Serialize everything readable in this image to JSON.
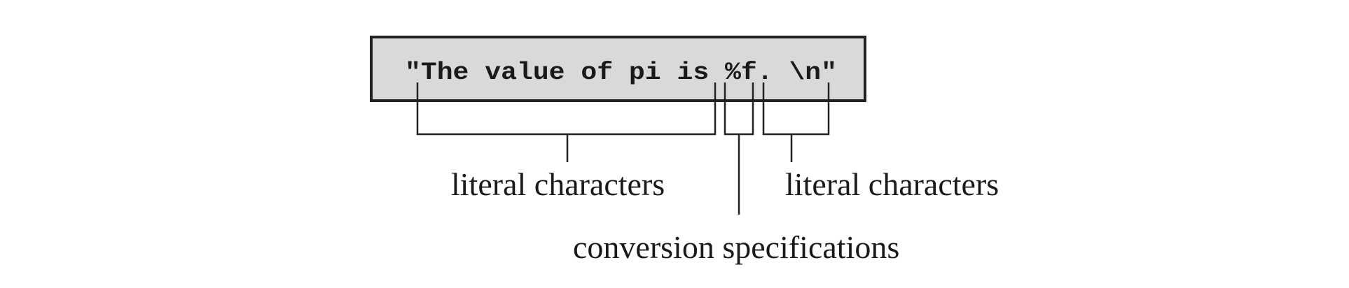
{
  "format_string": "\"The value of pi is %f. \\n\"",
  "labels": {
    "literal_left": "literal characters",
    "literal_right": "literal characters",
    "conversion": "conversion specifications"
  },
  "colors": {
    "box_fill": "#d9d9d9",
    "box_border": "#222222",
    "text": "#1a1a1a",
    "background": "#ffffff"
  }
}
